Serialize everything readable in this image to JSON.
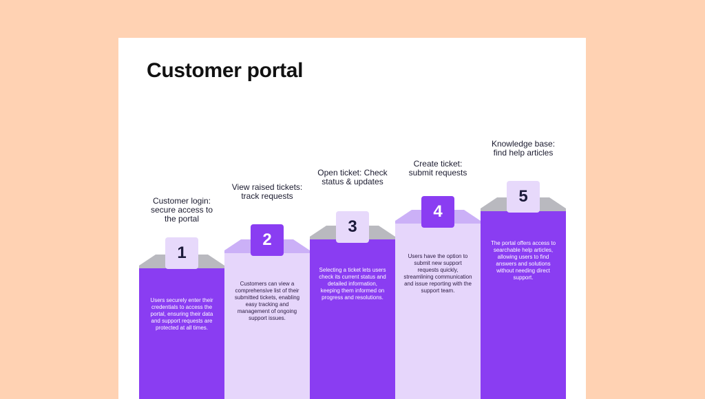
{
  "title": "Customer portal",
  "colors": {
    "background": "#ffd2b3",
    "card": "#ffffff",
    "purple": "#8a3df2",
    "lavender": "#e6d6fb",
    "grey_cap": "#b9b9bf"
  },
  "steps": [
    {
      "number": "1",
      "heading": [
        "Customer login:",
        "secure access to",
        "the portal"
      ],
      "description": [
        "Users securely enter their",
        "credentials to access the",
        "portal, ensuring their data",
        "and support requests are",
        "protected at all times."
      ]
    },
    {
      "number": "2",
      "heading": [
        "View raised tickets:",
        "track requests"
      ],
      "description": [
        "Customers can view a",
        "comprehensive list of their",
        "submitted tickets, enabling",
        "easy tracking and",
        "management of ongoing",
        "support issues."
      ]
    },
    {
      "number": "3",
      "heading": [
        "Open ticket: Check",
        "status & updates"
      ],
      "description": [
        "Selecting a ticket lets users",
        "check its current status and",
        "detailed information,",
        "keeping them informed on",
        "progress and resolutions."
      ]
    },
    {
      "number": "4",
      "heading": [
        "Create ticket:",
        "submit requests"
      ],
      "description": [
        "Users have the option to",
        "submit new support",
        "requests quickly,",
        "streamlining communication",
        "and issue reporting with the",
        "support team."
      ]
    },
    {
      "number": "5",
      "heading": [
        "Knowledge base:",
        "find help articles"
      ],
      "description": [
        "The portal offers access to",
        "searchable help articles,",
        "allowing users to find",
        "answers and solutions",
        "without needing direct",
        "support."
      ]
    }
  ]
}
